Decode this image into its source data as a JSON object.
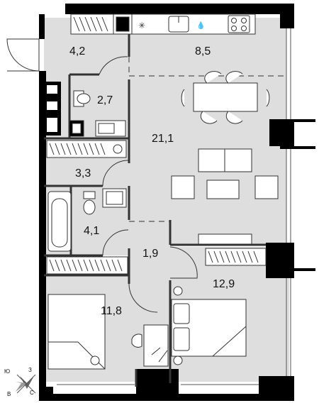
{
  "plan": {
    "rooms": [
      {
        "id": "hall",
        "area": "4,2"
      },
      {
        "id": "kitchen",
        "area": "8,5"
      },
      {
        "id": "bath1",
        "area": "2,7"
      },
      {
        "id": "living",
        "area": "21,1"
      },
      {
        "id": "storage",
        "area": "3,3"
      },
      {
        "id": "bath2",
        "area": "4,1"
      },
      {
        "id": "corridor",
        "area": "1,9"
      },
      {
        "id": "bedroom-right",
        "area": "12,9"
      },
      {
        "id": "bedroom-left",
        "area": "11,8"
      }
    ],
    "compass": {
      "north": "З",
      "west": "Ю",
      "south": "В",
      "east": "С"
    },
    "colors": {
      "floor": "#dedede",
      "wall": "#000000",
      "furniture": "#ffffff",
      "line": "#333333"
    }
  }
}
